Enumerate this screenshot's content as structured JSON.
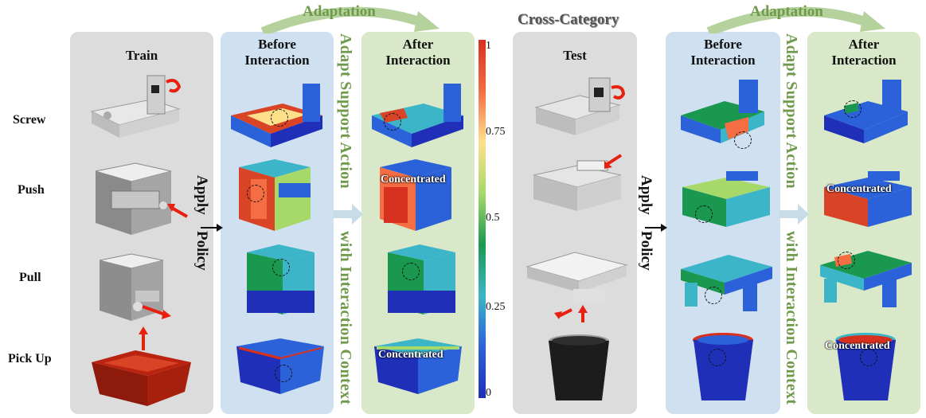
{
  "top_labels": {
    "adaptation_left": "Adaptation",
    "cross_category": "Cross-Category",
    "adaptation_right": "Adaptation"
  },
  "panels": {
    "train": "Train",
    "before_left": "Before\nInteraction",
    "after_left": "After\nInteraction",
    "test": "Test",
    "before_right": "Before\nInteraction",
    "after_right": "After\nInteraction"
  },
  "rows": [
    "Screw",
    "Push",
    "Pull",
    "Pick Up"
  ],
  "side_text": {
    "apply": "Apply",
    "policy": "Policy",
    "adapt_support_action": "Adapt Support Action",
    "with_interaction_context": "with Interaction Context"
  },
  "colorbar": {
    "ticks": [
      "1",
      "0.75",
      "0.5",
      "0.25",
      "0"
    ],
    "colors": [
      "#d7301f",
      "#f46d43",
      "#fee08b",
      "#a6d96a",
      "#1a9850",
      "#3bb5c7",
      "#2c62d9",
      "#1f2fb8"
    ]
  },
  "annotations": {
    "concentrated": "Concentrated"
  },
  "colors": {
    "accent_green": "#6f9a4b",
    "arrow_red": "#e8200f"
  }
}
